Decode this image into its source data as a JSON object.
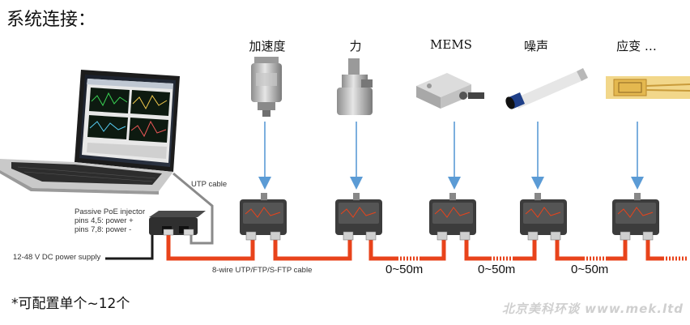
{
  "title": "系统连接：",
  "sensors": [
    {
      "label": "加速度"
    },
    {
      "label": "力"
    },
    {
      "label": "MEMS"
    },
    {
      "label": "噪声"
    },
    {
      "label": "应变 …"
    }
  ],
  "labels": {
    "utp_cable": "UTP cable",
    "poe_injector": "Passive PoE injector",
    "pins_power_plus": "pins 4,5: power +",
    "pins_power_minus": "pins 7,8: power -",
    "power_supply": "12-48 V DC power supply",
    "ftp_cable": "8-wire UTP/FTP/S-FTP cable"
  },
  "distances": [
    "0~50m",
    "0~50m",
    "0~50m"
  ],
  "note": "*可配置单个~12个",
  "watermark": "北京美科环谈 www.mek.ltd",
  "colors": {
    "cable": "#e8431b",
    "arrow": "#5b9bd5",
    "module": "#3c3c3c",
    "grey_cable": "#8a8a8a"
  }
}
